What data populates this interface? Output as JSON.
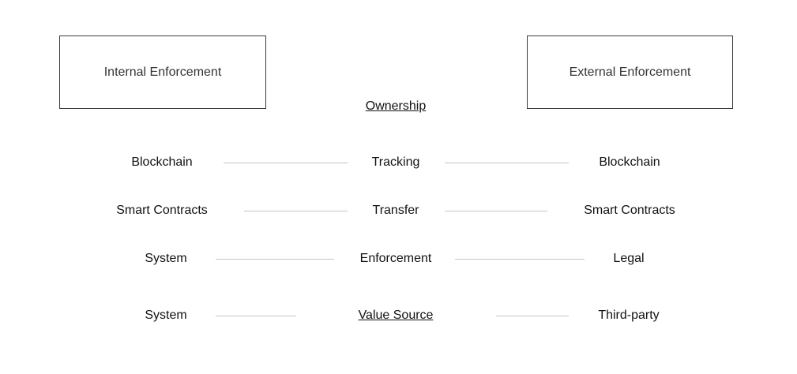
{
  "boxes": {
    "left": "Internal Enforcement",
    "right": "External Enforcement"
  },
  "center_header": "Ownership",
  "rows": [
    {
      "left": "Blockchain",
      "center": "Tracking",
      "right": "Blockchain"
    },
    {
      "left": "Smart Contracts",
      "center": "Transfer",
      "right": "Smart Contracts"
    },
    {
      "left": "System",
      "center": "Enforcement",
      "right": "Legal"
    },
    {
      "left": "System",
      "center": "Value Source",
      "right": "Third-party"
    }
  ],
  "colors": {
    "box_border": "#3a3a3a",
    "connector_line": "#c4c4c4",
    "text": "#111111"
  }
}
